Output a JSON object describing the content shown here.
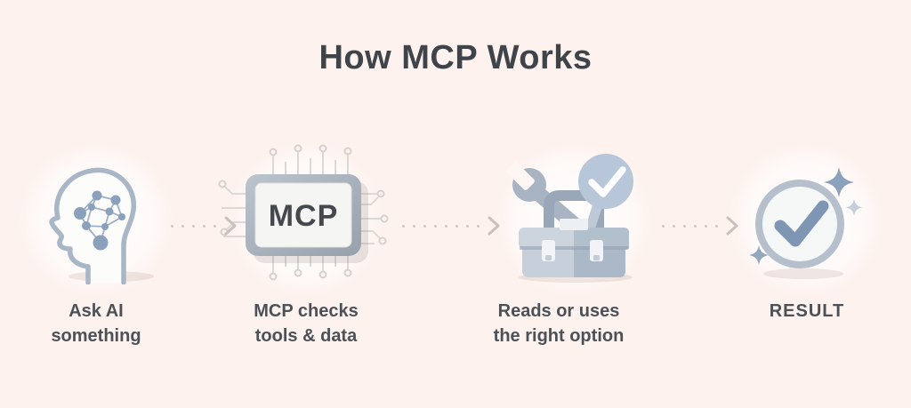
{
  "title": "How MCP Works",
  "steps": [
    {
      "icon": "head-brain-icon",
      "lines": [
        "Ask AI",
        "something"
      ]
    },
    {
      "icon": "mcp-chip-icon",
      "chip_label": "MCP",
      "lines": [
        "MCP checks",
        "tools & data"
      ]
    },
    {
      "icon": "toolbox-check-icon",
      "lines": [
        "Reads or uses",
        "the right option"
      ]
    },
    {
      "icon": "result-check-icon",
      "lines": [
        "RESULT"
      ]
    }
  ],
  "colors": {
    "background": "#fdf2ee",
    "title_text": "#3f444a",
    "label_text": "#4b5157",
    "icon_outline": "#a9b6c6",
    "network_node": "#8ba1bb",
    "chip_border": "#a9b2bc",
    "chip_face": "#f5f5f3",
    "chip_text": "#45494e",
    "circuit_trace": "#dcd8d4",
    "toolbox_light": "#c6cfda",
    "toolbox_dark": "#abb8c8",
    "wrench": "#a9b4c2",
    "check_badge": "#b7c6d9",
    "result_ring": "#b5c0cc",
    "result_check": "#7e95b4",
    "arrow": "#ccc4c0"
  }
}
